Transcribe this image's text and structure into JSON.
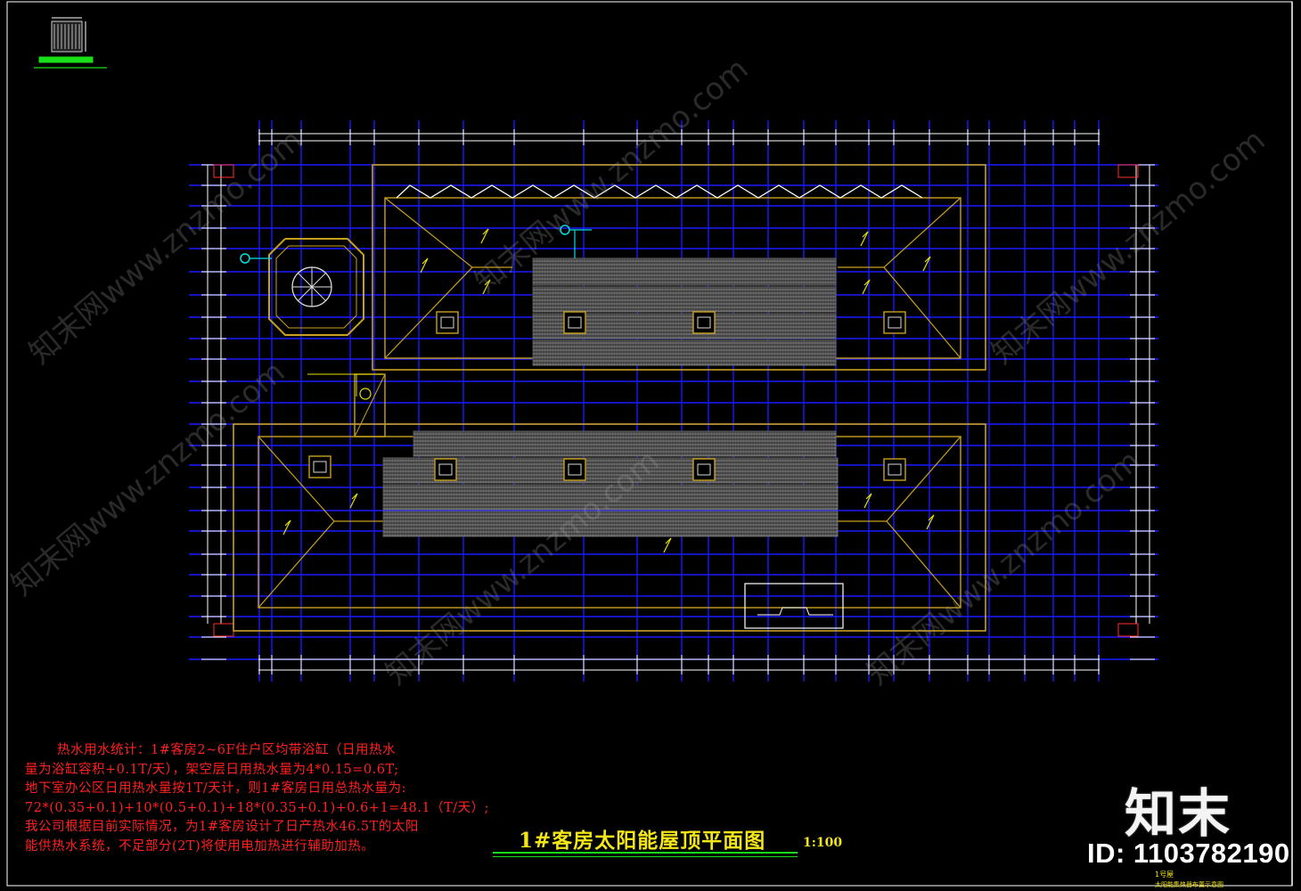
{
  "drawing": {
    "title": "1#客房太阳能屋顶平面图",
    "scale": "1:100",
    "notes": [
      "热水用水统计：1#客房2~6F住户区均带浴缸（日用热水",
      "量为浴缸容积+0.1T/天），架空层日用热水量为4*0.15=0.6T;",
      "地下室办公区日用热水量按1T/天计，则1#客房日用总热水量为:",
      "72*(0.35+0.1)+10*(0.5+0.1)+18*(0.35+0.1)+0.6+1=48.1（T/天）;",
      "我公司根据目前实际情况，为1#客房设计了日产热水46.5T的太阳",
      "能供热水系统，不足部分(2T)将使用电加热进行辅助加热。"
    ],
    "title_block_line1": "1号屋",
    "title_block_line2": "太阳能集热器布置示意图"
  },
  "branding": {
    "logo": "知末",
    "id_text": "ID: 1103782190",
    "watermark": "知末网www.znzmo.com"
  },
  "colors": {
    "background": "#000000",
    "grid": "#1a1aff",
    "outline": "#c8a020",
    "dimension": "#ffffff",
    "note": "#ff2020",
    "title": "#f2e51a",
    "accent": "#18e018",
    "pipe": "#00e0e0"
  }
}
